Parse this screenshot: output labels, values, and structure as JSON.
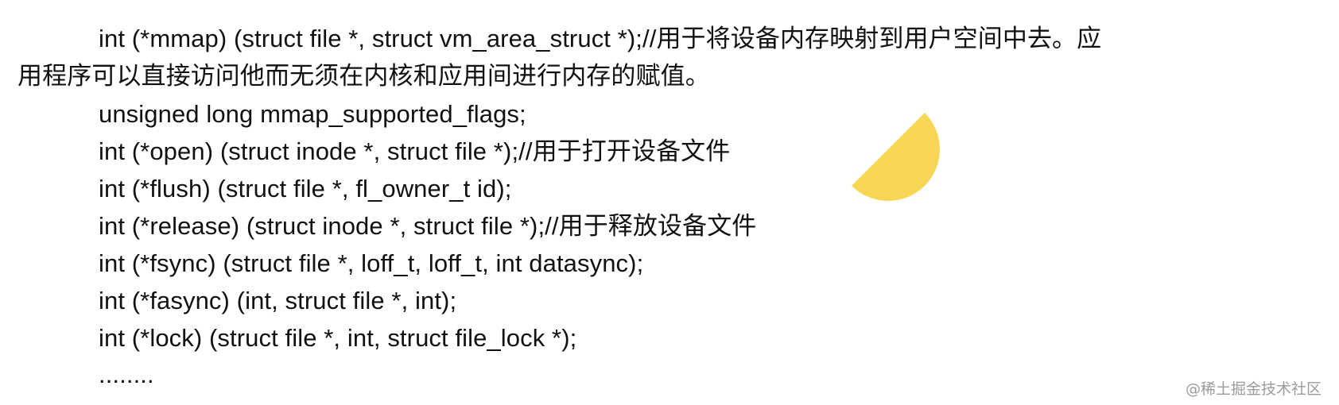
{
  "document": {
    "lines": [
      "int (*mmap) (struct file *, struct vm_area_struct *);//用于将设备内存映射到用户空间中去。应",
      "用程序可以直接访问他而无须在内核和应用间进行内存的赋值。",
      "unsigned long mmap_supported_flags;",
      "int (*open) (struct inode *, struct file *);//用于打开设备文件",
      "int (*flush) (struct file *, fl_owner_t id);",
      "int (*release) (struct inode *, struct file *);//用于释放设备文件",
      "int (*fsync) (struct file *, loff_t, loff_t, int datasync);",
      "int (*fasync) (int, struct file *, int);",
      "int (*lock) (struct file *, int, struct file_lock *);",
      "........"
    ]
  },
  "watermark": {
    "text": "@稀土掘金技术社区"
  },
  "colors": {
    "text": "#111111",
    "highlight": "#f6d348",
    "watermark": "#9b9b9b",
    "background": "#ffffff"
  }
}
